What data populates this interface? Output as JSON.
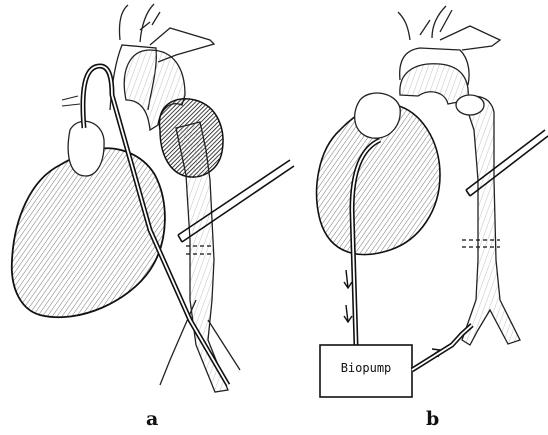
{
  "panel_a": {
    "label": "a"
  },
  "panel_b": {
    "label": "b",
    "pump_label": "Biopump"
  }
}
